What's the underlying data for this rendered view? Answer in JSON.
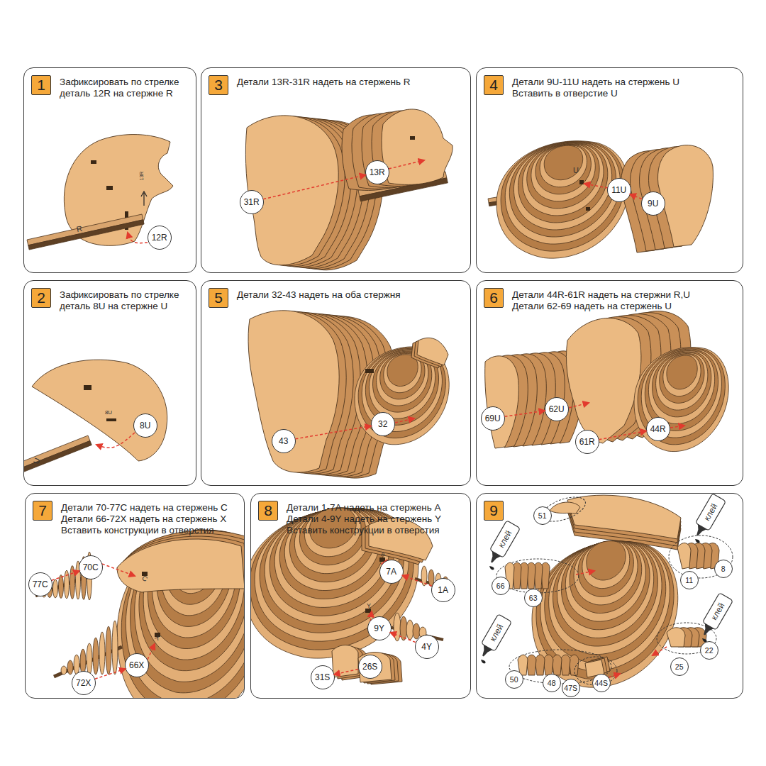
{
  "diagram": {
    "nodes": [
      {
        "text": [
          "1",
          "Зафиксировать по стрелке деталь 12R на стержне R"
        ]
      },
      {
        "text": [
          "12R"
        ],
        "in": 0
      },
      {
        "text": [
          "2",
          "Зафиксировать по стрелке деталь 8U на стержне U"
        ]
      },
      {
        "text": [
          "8U"
        ],
        "in": 2
      },
      {
        "text": [
          "3",
          "Детали 13R-31R надеть на стержень R"
        ]
      },
      {
        "text": [
          "31R"
        ],
        "in": 4
      },
      {
        "text": [
          "13R"
        ],
        "in": 4
      },
      {
        "text": [
          "4",
          "Детали 9U-11U надеть на стержень U",
          "Вставить в отверстие U"
        ]
      },
      {
        "text": [
          "11U"
        ],
        "in": 7
      },
      {
        "text": [
          "9U"
        ],
        "in": 7
      },
      {
        "text": [
          "5",
          "Детали 32-43 надеть на оба стержня"
        ]
      },
      {
        "text": [
          "43"
        ],
        "in": 10
      },
      {
        "text": [
          "32"
        ],
        "in": 10
      },
      {
        "text": [
          "6",
          "Детали 44R-61R надеть на стержни R,U",
          "Детали 62-69 надеть на стержень U"
        ]
      },
      {
        "text": [
          "69U"
        ],
        "in": 13
      },
      {
        "text": [
          "62U"
        ],
        "in": 13
      },
      {
        "text": [
          "61R"
        ],
        "in": 13
      },
      {
        "text": [
          "44R"
        ],
        "in": 13
      },
      {
        "text": [
          "7",
          "Детали 70-77C надеть на стержень C",
          "Детали 66-72X надеть на стержень X",
          "Вставить конструкции в отверстия"
        ]
      },
      {
        "text": [
          "77C"
        ],
        "in": 18
      },
      {
        "text": [
          "70C"
        ],
        "in": 18
      },
      {
        "text": [
          "72X"
        ],
        "in": 18
      },
      {
        "text": [
          "66X"
        ],
        "in": 18
      },
      {
        "text": [
          "8",
          "Детали 1-7A надеть на стержень A",
          "Детали 4-9Y надеть на стержень Y",
          "Вставить конструкции в отверстия"
        ]
      },
      {
        "text": [
          "7A"
        ],
        "in": 23
      },
      {
        "text": [
          "1A"
        ],
        "in": 23
      },
      {
        "text": [
          "9Y"
        ],
        "in": 23
      },
      {
        "text": [
          "4Y"
        ],
        "in": 23
      },
      {
        "text": [
          "31S"
        ],
        "in": 23
      },
      {
        "text": [
          "26S"
        ],
        "in": 23
      },
      {
        "text": [
          "9"
        ]
      },
      {
        "text": [
          "51"
        ],
        "in": 30
      },
      {
        "text": [
          "8"
        ],
        "in": 30
      },
      {
        "text": [
          "11"
        ],
        "in": 30
      },
      {
        "text": [
          "66"
        ],
        "in": 30
      },
      {
        "text": [
          "63"
        ],
        "in": 30
      },
      {
        "text": [
          "22"
        ],
        "in": 30
      },
      {
        "text": [
          "25"
        ],
        "in": 30
      },
      {
        "text": [
          "50"
        ],
        "in": 30
      },
      {
        "text": [
          "48"
        ],
        "in": 30
      },
      {
        "text": [
          "47S"
        ],
        "in": 30
      },
      {
        "text": [
          "44S"
        ],
        "in": 30
      }
    ],
    "edges": [
      {
        "from": 5,
        "to": 6,
        "arrow": "to"
      },
      {
        "from": 9,
        "to": 8,
        "arrow": "to"
      },
      {
        "from": 11,
        "to": 12,
        "arrow": "to"
      },
      {
        "from": 14,
        "to": 15,
        "arrow": "to"
      },
      {
        "from": 16,
        "to": 17,
        "arrow": "to"
      },
      {
        "from": 19,
        "to": 20,
        "arrow": "to"
      },
      {
        "from": 21,
        "to": 22,
        "arrow": "to"
      },
      {
        "from": 25,
        "to": 24,
        "arrow": "to"
      },
      {
        "from": 27,
        "to": 26,
        "arrow": "to"
      },
      {
        "from": 29,
        "to": 28,
        "arrow": "to"
      }
    ],
    "labels": [
      "13R",
      "R",
      "8U",
      "U",
      "U",
      "C",
      "X",
      "A",
      "Y",
      "клей",
      "клей",
      "клей",
      "клей"
    ]
  }
}
